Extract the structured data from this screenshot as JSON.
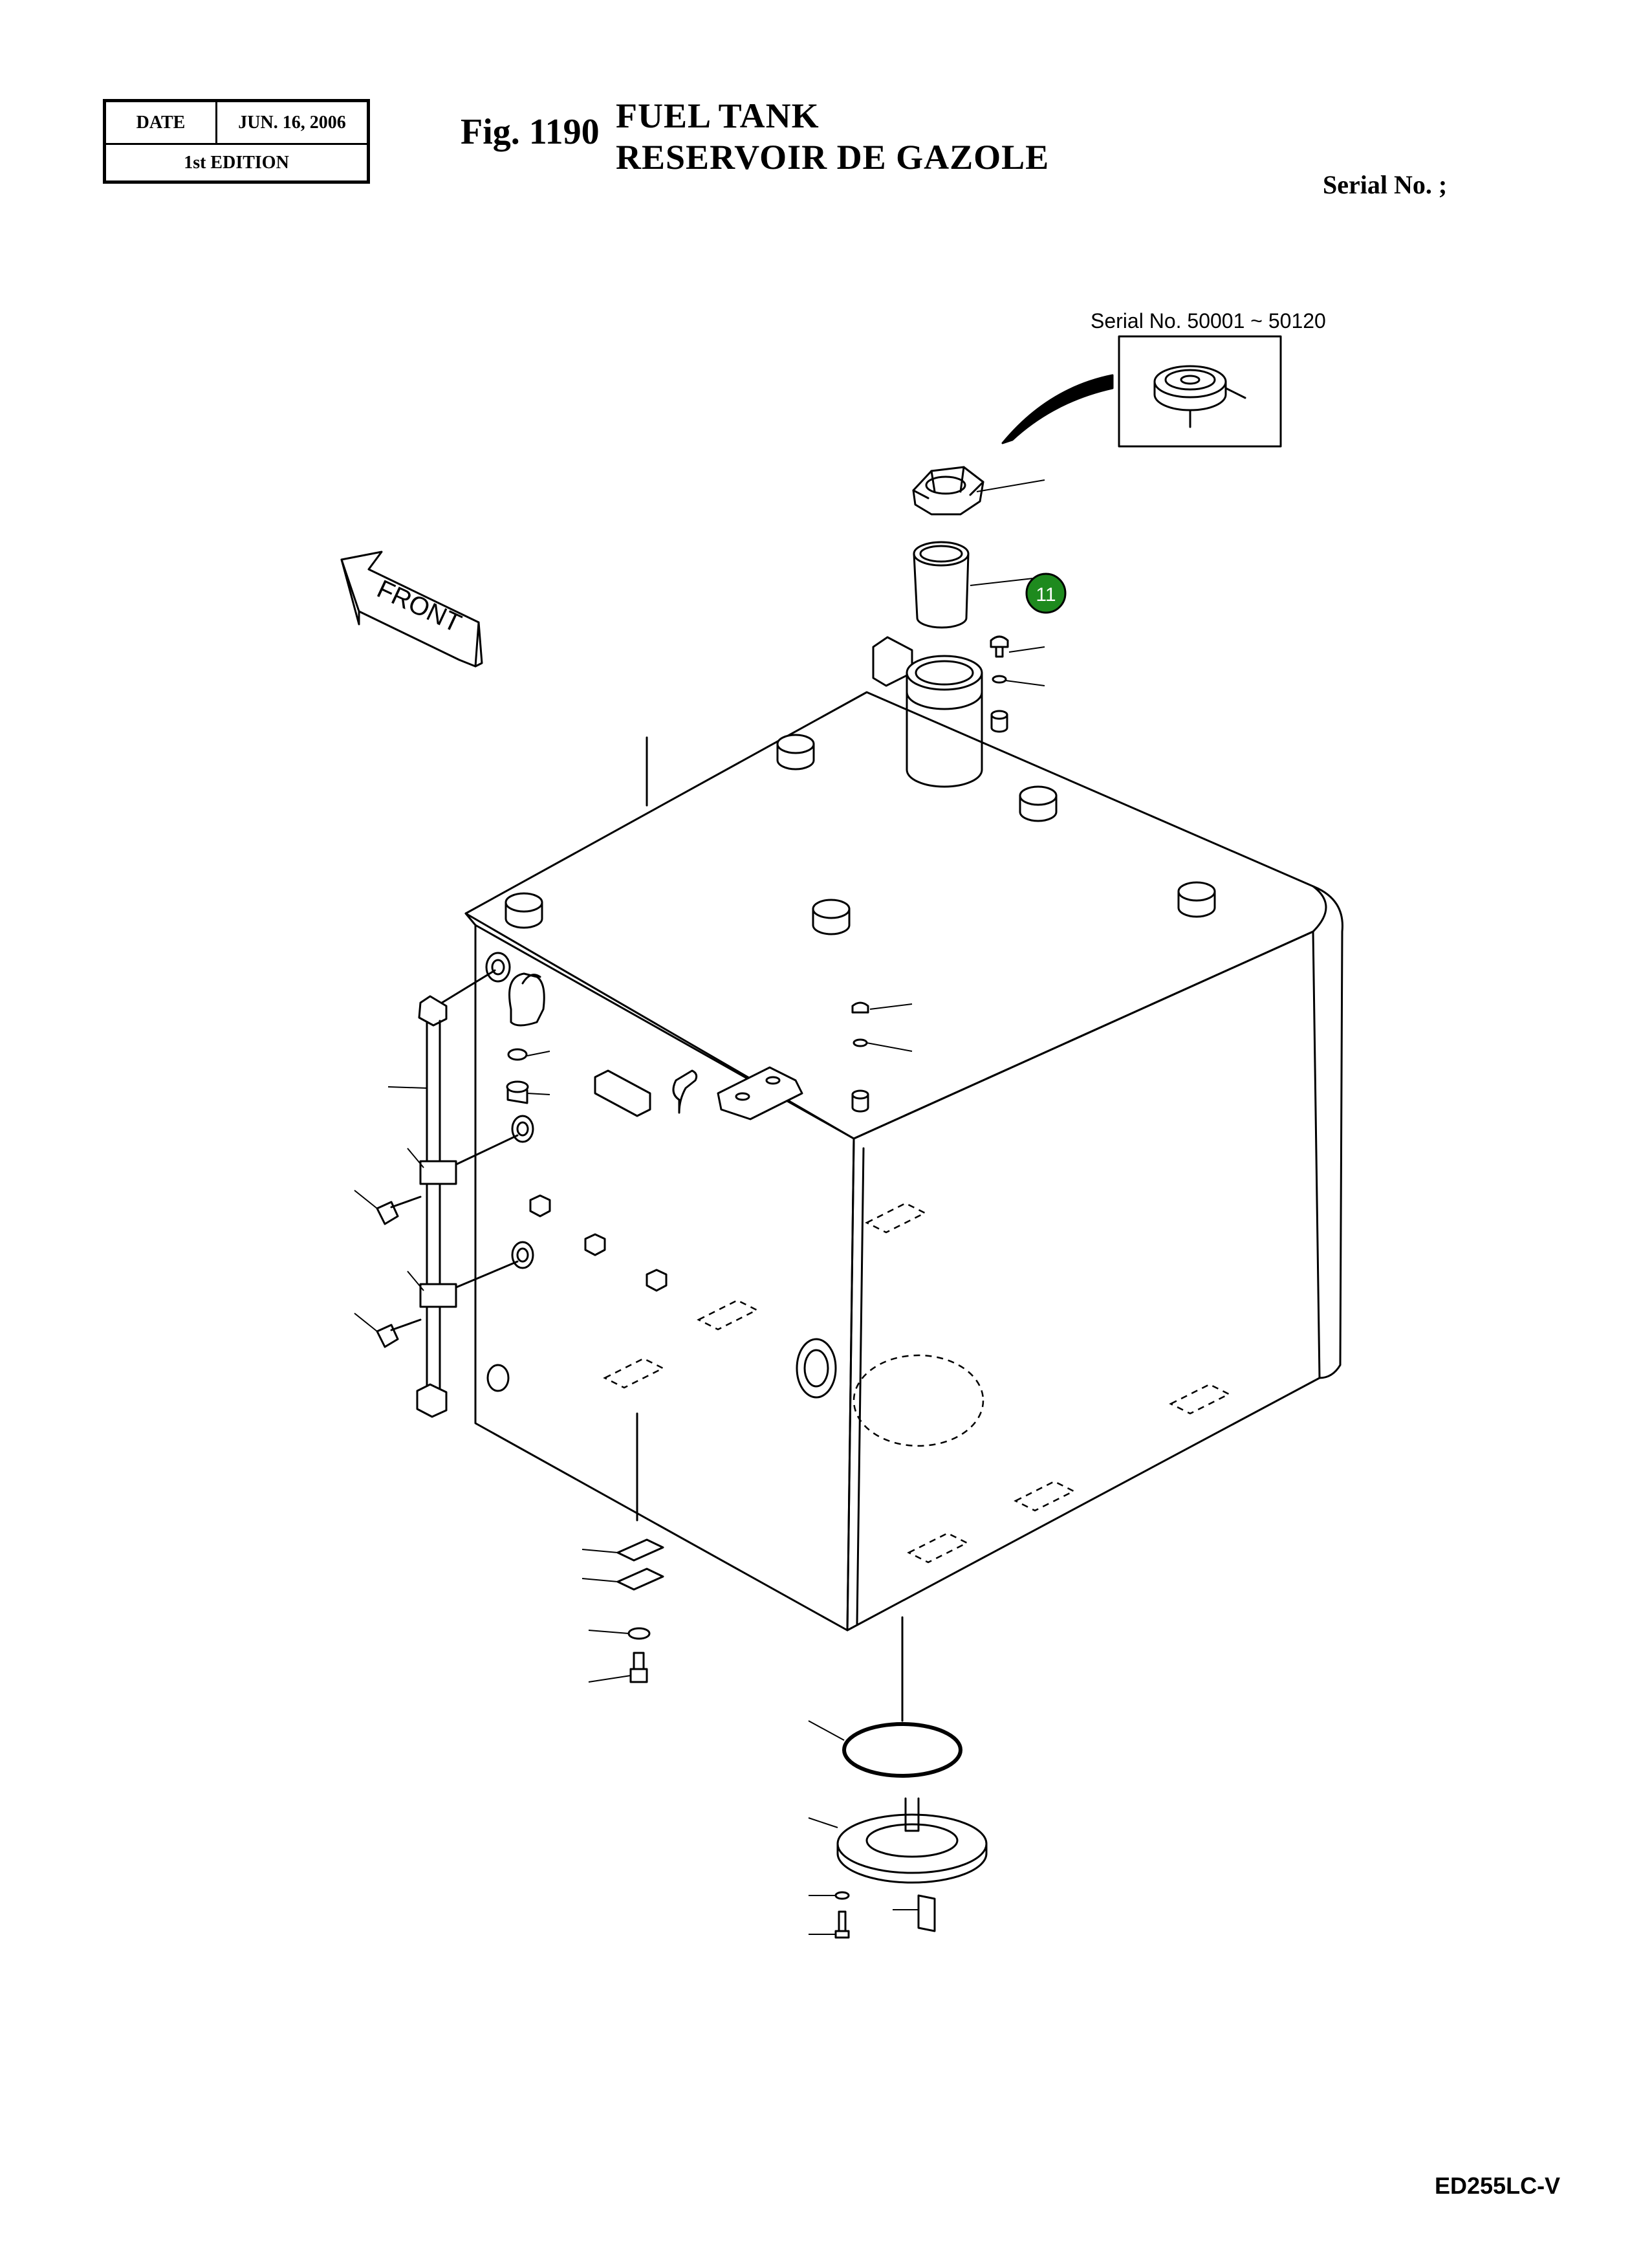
{
  "header": {
    "date_label": "DATE",
    "date_value": "JUN. 16, 2006",
    "edition": "1st EDITION",
    "fig_number": "Fig. 1190",
    "title_en": "FUEL  TANK",
    "title_fr": "RESERVOIR  DE  GAZOLE",
    "serial_label": "Serial No. ;"
  },
  "diagram": {
    "inset_serial_range": "Serial No. 50001 ~ 50120",
    "front_label": "FRONT",
    "callouts": [
      {
        "label": "11",
        "color": "#1e8a1e"
      }
    ],
    "stroke_color": "#000000",
    "dash_color": "#000000"
  },
  "footer": {
    "model_code": "ED255LC-V"
  }
}
